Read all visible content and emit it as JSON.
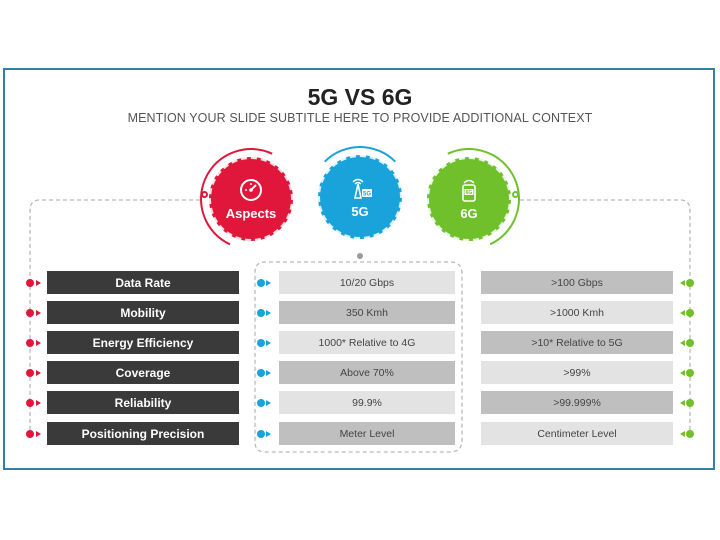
{
  "title": "5G VS 6G",
  "subtitle": "MENTION YOUR SLIDE SUBTITLE HERE TO PROVIDE ADDITIONAL CONTEXT",
  "colors": {
    "red": "#e0163a",
    "blue": "#1aa3db",
    "green": "#6fc02b",
    "dark": "#3a3a3a",
    "border": "#2d82a6"
  },
  "circles": [
    {
      "label": "Aspects",
      "icon": "speedometer-icon"
    },
    {
      "label": "5G",
      "icon": "cell-tower-5g-icon"
    },
    {
      "label": "6G",
      "icon": "phone-6g-icon"
    }
  ],
  "rows": [
    {
      "aspect": "Data Rate",
      "g5": "10/20 Gbps",
      "g6": ">100 Gbps"
    },
    {
      "aspect": "Mobility",
      "g5": "350 Kmh",
      "g6": ">1000 Kmh"
    },
    {
      "aspect": "Energy Efficiency",
      "g5": "1000* Relative to 4G",
      "g6": ">10* Relative to 5G"
    },
    {
      "aspect": "Coverage",
      "g5": "Above 70%",
      "g6": ">99%"
    },
    {
      "aspect": "Reliability",
      "g5": "99.9%",
      "g6": ">99.999%"
    },
    {
      "aspect": "Positioning Precision",
      "g5": "Meter Level",
      "g6": "Centimeter Level"
    }
  ]
}
